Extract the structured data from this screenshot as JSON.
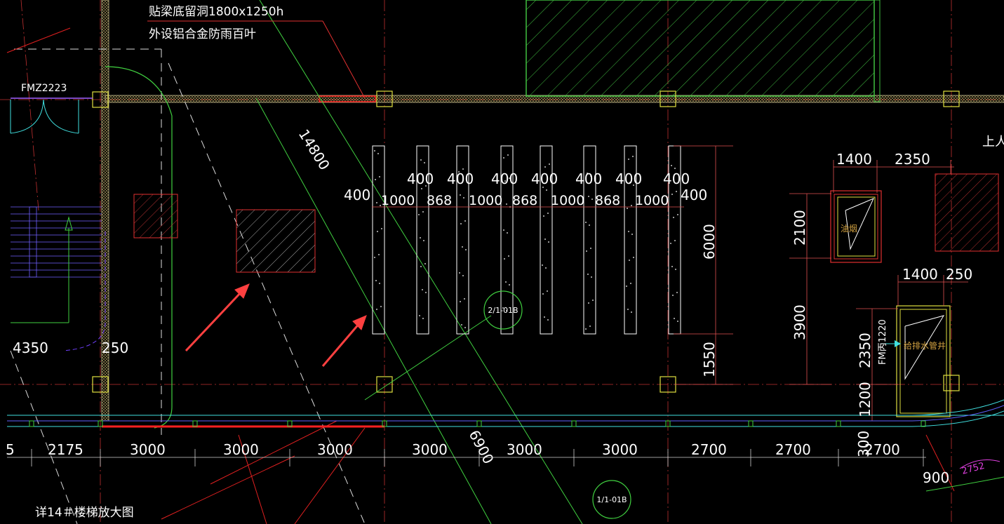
{
  "colors": {
    "background": "#000000",
    "axis": "#d03030",
    "wall": "#e8e8c0",
    "dim_text": "#ffffff",
    "dim_line": "#e05050",
    "green": "#40e040",
    "cyan": "#40e0e0",
    "yellow": "#e0e040",
    "red": "#ff2020",
    "hatch_red": "#d03030",
    "arrow": "#ff4040",
    "magenta": "#e040e0",
    "purple": "#a040ff",
    "orange_text": "#d0a040"
  },
  "notes": {
    "line1": "贴梁底留洞1800x1250h",
    "line2": "外设铝合金防雨百叶"
  },
  "labels": {
    "door_fm": "FMZ2223",
    "stair_up": "上人",
    "oil_flue": "油烟",
    "shaft": "给排水管井",
    "door_fm_shaft": "FM丙1220",
    "detail_title": "详14＃楼梯放大图",
    "ref_2": "2/1-01B",
    "ref_1": "1/1-01B",
    "pink_tag": "2752"
  },
  "dims": {
    "diag_14800": "14800",
    "diag_6900": "6900",
    "v_6000": "6000",
    "v_1550": "1550",
    "v_2100": "2100",
    "v_3900": "3900",
    "v_2350": "2350",
    "v_1200": "1200",
    "v_300": "300",
    "h_1400a": "1400",
    "h_2350": "2350",
    "h_1400b": "1400",
    "h_250b": "250",
    "left_4350": "4350",
    "left_250": "250",
    "bottom_900": "900",
    "bottom_5": "5",
    "louver_top": [
      "400",
      "400",
      "400",
      "400",
      "400",
      "400",
      "400"
    ],
    "louver_side_left": "400",
    "louver_side_right": "400",
    "louver_gaps": [
      "1000",
      "868",
      "1000",
      "868",
      "1000",
      "868",
      "1000"
    ],
    "bottom_row": [
      "2175",
      "3000",
      "3000",
      "3000",
      "3000",
      "3000",
      "3000",
      "2700",
      "2700",
      "2700"
    ]
  }
}
